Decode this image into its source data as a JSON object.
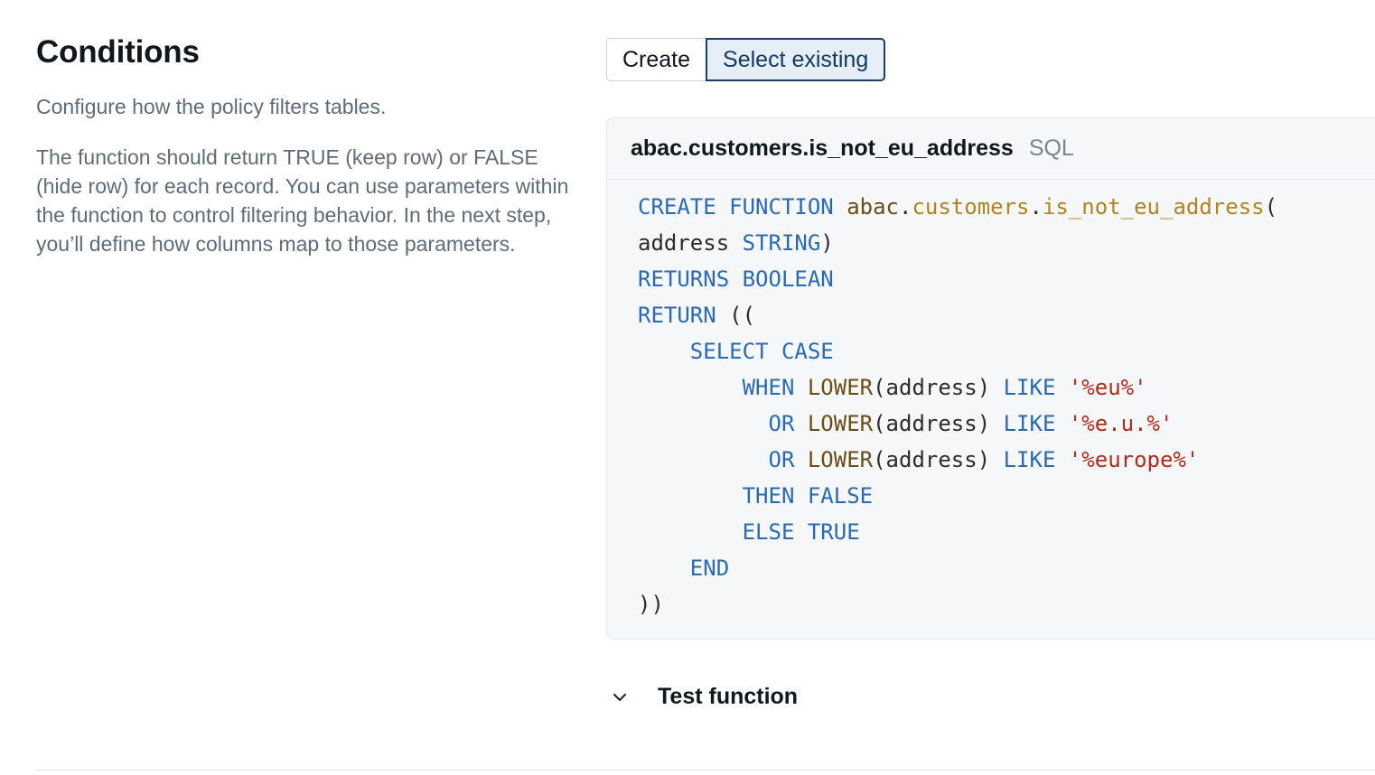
{
  "section": {
    "title": "Conditions",
    "subtitle": "Configure how the policy filters tables.",
    "description": "The function should return TRUE (keep row) or FALSE (hide row) for each record. You can use parameters within the function to control filtering behavior. In the next step, you’ll define how columns map to those parameters."
  },
  "segmented": {
    "options": [
      "Create",
      "Select existing"
    ],
    "selected": "Select existing"
  },
  "code_card": {
    "function_name": "abac.customers.is_not_eu_address",
    "language": "SQL",
    "tokens": {
      "create": "CREATE",
      "function": "FUNCTION",
      "schema": "abac",
      "dot": ".",
      "catalog": "customers",
      "fname": "is_not_eu_address",
      "open": "(",
      "param": "address",
      "string": "STRING",
      "close": ")",
      "returns": "RETURNS",
      "boolean": "BOOLEAN",
      "return": "RETURN",
      "open2": "((",
      "select": "SELECT",
      "case": "CASE",
      "when": "WHEN",
      "or": "OR",
      "lower": "LOWER",
      "addr_arg": "(address)",
      "like": "LIKE",
      "s1": "'%eu%'",
      "s2": "'%e.u.%'",
      "s3": "'%europe%'",
      "then": "THEN",
      "false": "FALSE",
      "else": "ELSE",
      "true": "TRUE",
      "end": "END",
      "close2": "))"
    }
  },
  "test_function": {
    "label": "Test function",
    "icon": "chevron-down-icon"
  },
  "colors": {
    "keyword": "#2a6ab5",
    "identifier": "#b08420",
    "function": "#6b4e16",
    "string": "#b12b1b",
    "selected_border": "#1c3f66",
    "selected_bg": "#e6eef7"
  }
}
